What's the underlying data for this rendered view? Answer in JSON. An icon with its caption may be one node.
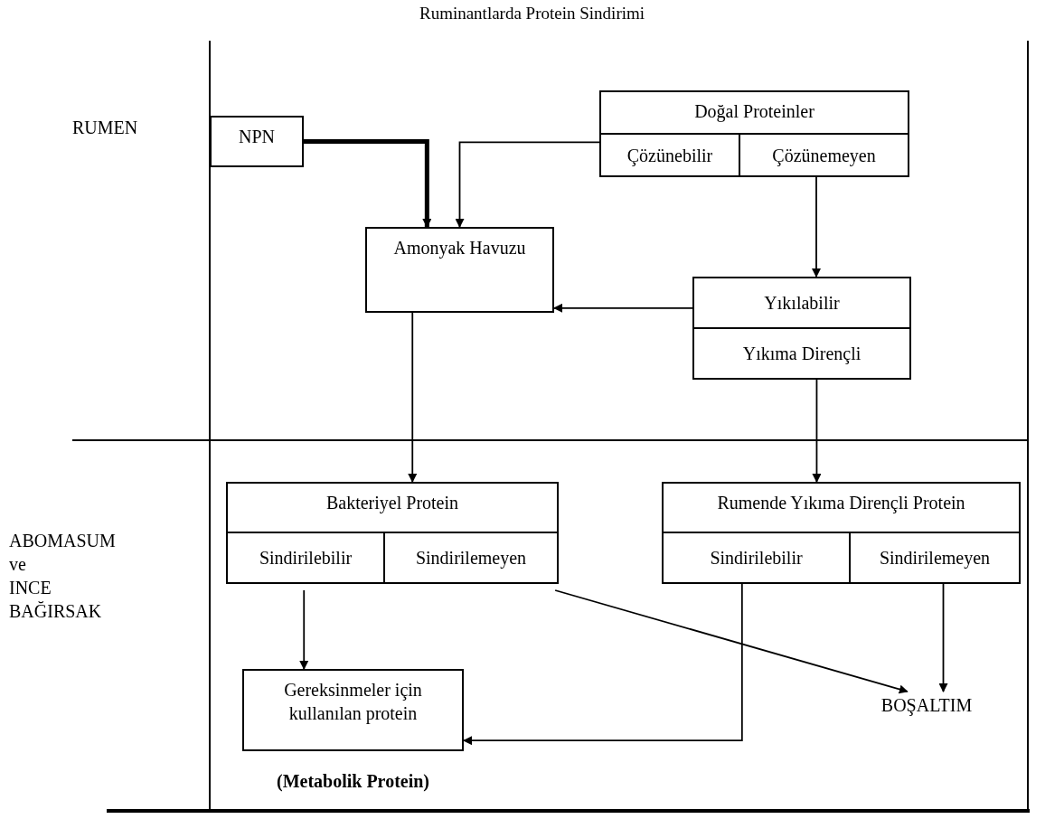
{
  "diagram": {
    "title": "Ruminantlarda Protein Sindirimi",
    "nodes": [
      {
        "text": [
          "NPN"
        ]
      },
      {
        "text": [
          "Doğal Proteinler"
        ]
      },
      {
        "text": [
          "Çözünebilir"
        ],
        "in": 1
      },
      {
        "text": [
          "Çözünemeyen"
        ],
        "in": 1
      },
      {
        "text": [
          "Amonyak Havuzu"
        ]
      },
      {
        "text": [
          "Yıkılabilir"
        ]
      },
      {
        "text": [
          "Yıkıma Dirençli"
        ]
      },
      {
        "text": [
          "Bakteriyel Protein"
        ]
      },
      {
        "text": [
          "Sindirilebilir"
        ],
        "in": 7
      },
      {
        "text": [
          "Sindirilemeyen"
        ],
        "in": 7
      },
      {
        "text": [
          "Rumende Yıkıma Dirençli Protein"
        ]
      },
      {
        "text": [
          "Sindirilebilir"
        ],
        "in": 10
      },
      {
        "text": [
          "Sindirilemeyen"
        ],
        "in": 10
      },
      {
        "text": [
          "Gereksinmeler için kullanılan protein"
        ],
        "beside": [
          "(Metabolik Protein)"
        ]
      },
      {
        "text": [
          "BOŞALTIM"
        ]
      }
    ],
    "edges": [
      {
        "from": 0,
        "to": 4,
        "arrow": "to",
        "style": "thick"
      },
      {
        "from": 2,
        "to": 4,
        "arrow": "to"
      },
      {
        "from": 3,
        "to": 5,
        "arrow": "to"
      },
      {
        "from": 5,
        "to": 4,
        "arrow": "to"
      },
      {
        "from": 6,
        "to": 10,
        "arrow": "to"
      },
      {
        "from": 4,
        "to": 7,
        "arrow": "to"
      },
      {
        "from": 8,
        "to": 13,
        "arrow": "to"
      },
      {
        "from": 9,
        "to": 14,
        "arrow": "to"
      },
      {
        "from": 11,
        "to": 13,
        "arrow": "to"
      },
      {
        "from": 12,
        "to": 14,
        "arrow": "to"
      }
    ],
    "labels": [
      "RUMEN",
      "ABOMASUM ve INCE BAĞIRSAK"
    ]
  }
}
